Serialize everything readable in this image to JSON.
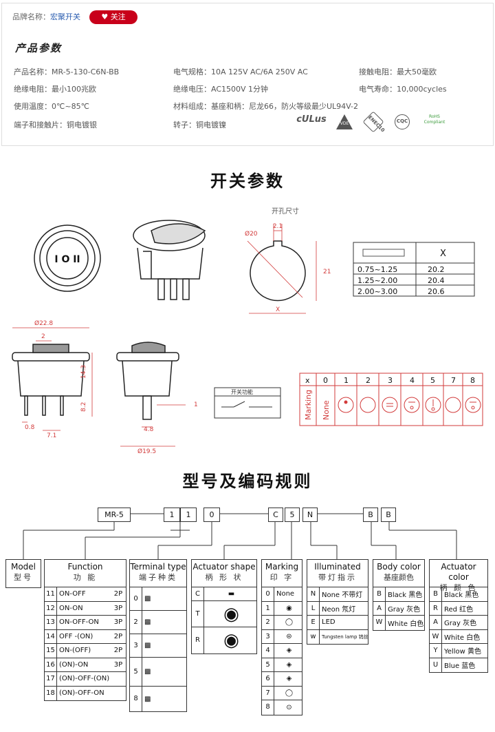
{
  "brand": {
    "label": "品牌名称：",
    "value": "宏聚开关",
    "follow": "关注"
  },
  "product_params_title": "产品参数",
  "params": [
    {
      "t": "产品名称：MR-5-130-C6N-BB"
    },
    {
      "t": "电气规格：10A 125V AC/6A 250V AC"
    },
    {
      "t": "接触电阻：最大50毫欧"
    },
    {
      "t": "绝缘电阻：最小100兆欧"
    },
    {
      "t": "绝缘电压：AC1500V 1分钟"
    },
    {
      "t": "电气寿命：10,000cycles"
    },
    {
      "t": "使用温度：0℃~85℃"
    },
    {
      "t": "材料组成：基座和柄：尼龙66，防火等级最少UL94V-2"
    },
    {
      "t": "端子和接触片：铜电镀银"
    },
    {
      "t": "转子：铜电镀镍"
    }
  ],
  "certs": [
    "cULus",
    "VDE",
    "ENEC10",
    "CQC",
    "RoHS Compliant"
  ],
  "switch_params_title": "开关参数",
  "drawing": {
    "hole_title": "开孔尺寸",
    "d20": "Ø20",
    "w21": "2.1",
    "h21": "21",
    "xlbl": "X",
    "thick_table": {
      "header": "X",
      "rows": [
        [
          "0.75~1.25",
          "20.2"
        ],
        [
          "1.25~2.00",
          "20.4"
        ],
        [
          "2.00~3.00",
          "20.6"
        ]
      ]
    },
    "d228": "Ø22.8",
    "d2": "2",
    "d143": "14.3",
    "d82": "8.2",
    "d08": "0.8",
    "d71": "7.1",
    "d48": "4.8",
    "d195": "Ø19.5",
    "d1": "1",
    "func_label": "开关功能",
    "marking_table": {
      "x": "x",
      "cols": [
        "0",
        "1",
        "2",
        "3",
        "4",
        "5",
        "7",
        "8"
      ],
      "marking": "Marking",
      "none": "None"
    }
  },
  "coding_title": "型号及编码规则",
  "code": [
    "MR-5",
    "1",
    "1",
    "0",
    "C",
    "5",
    "N",
    "B",
    "B"
  ],
  "model": {
    "en": "Model",
    "cn": "型号"
  },
  "function": {
    "en": "Function",
    "cn": "功 能",
    "rows": [
      [
        "11",
        "ON-OFF",
        "2P"
      ],
      [
        "12",
        "ON-ON",
        "3P"
      ],
      [
        "13",
        "ON-OFF-ON",
        "3P"
      ],
      [
        "14",
        "OFF -(ON)",
        "2P"
      ],
      [
        "15",
        "ON-(OFF)",
        "2P"
      ],
      [
        "16",
        "(ON)-ON",
        "3P"
      ],
      [
        "17",
        "(ON)-OFF-(ON)",
        ""
      ],
      [
        "18",
        "(ON)-OFF-ON",
        ""
      ]
    ]
  },
  "terminal": {
    "en": "Terminal type",
    "cn": "端子种类",
    "rows": [
      "0",
      "2",
      "3",
      "5",
      "8"
    ]
  },
  "actuator": {
    "en": "Actuator shape",
    "cn": "柄 形 状",
    "rows": [
      "C",
      "T",
      "R"
    ]
  },
  "marking": {
    "en": "Marking",
    "cn": "印 字",
    "rows": [
      "0",
      "1",
      "2",
      "3",
      "4",
      "5",
      "6",
      "7",
      "8"
    ],
    "none": "None"
  },
  "illuminated": {
    "en": "Illuminated",
    "cn": "带灯指示",
    "rows": [
      [
        "N",
        "None  不带灯"
      ],
      [
        "L",
        "Neon  氖灯"
      ],
      [
        "E",
        "LED"
      ],
      [
        "w",
        "Tungsten lamp 钨丝灯"
      ]
    ]
  },
  "body_color": {
    "en": "Body color",
    "cn": "基座颜色",
    "rows": [
      [
        "B",
        "Black 黑色"
      ],
      [
        "A",
        "Gray 灰色"
      ],
      [
        "W",
        "White 白色"
      ]
    ]
  },
  "actuator_color": {
    "en": "Actuator color",
    "cn": "柄 颜 色",
    "rows": [
      [
        "B",
        "Black 黑色"
      ],
      [
        "R",
        "Red   红色"
      ],
      [
        "A",
        "Gray 灰色"
      ],
      [
        "W",
        "White 白色"
      ],
      [
        "Y",
        "Yellow 黄色"
      ],
      [
        "U",
        "Blue  蓝色"
      ]
    ]
  },
  "colors": {
    "accent_red": "#c8001a",
    "drawing_red": "#d23a3a",
    "brand_blue": "#2a5db0"
  }
}
